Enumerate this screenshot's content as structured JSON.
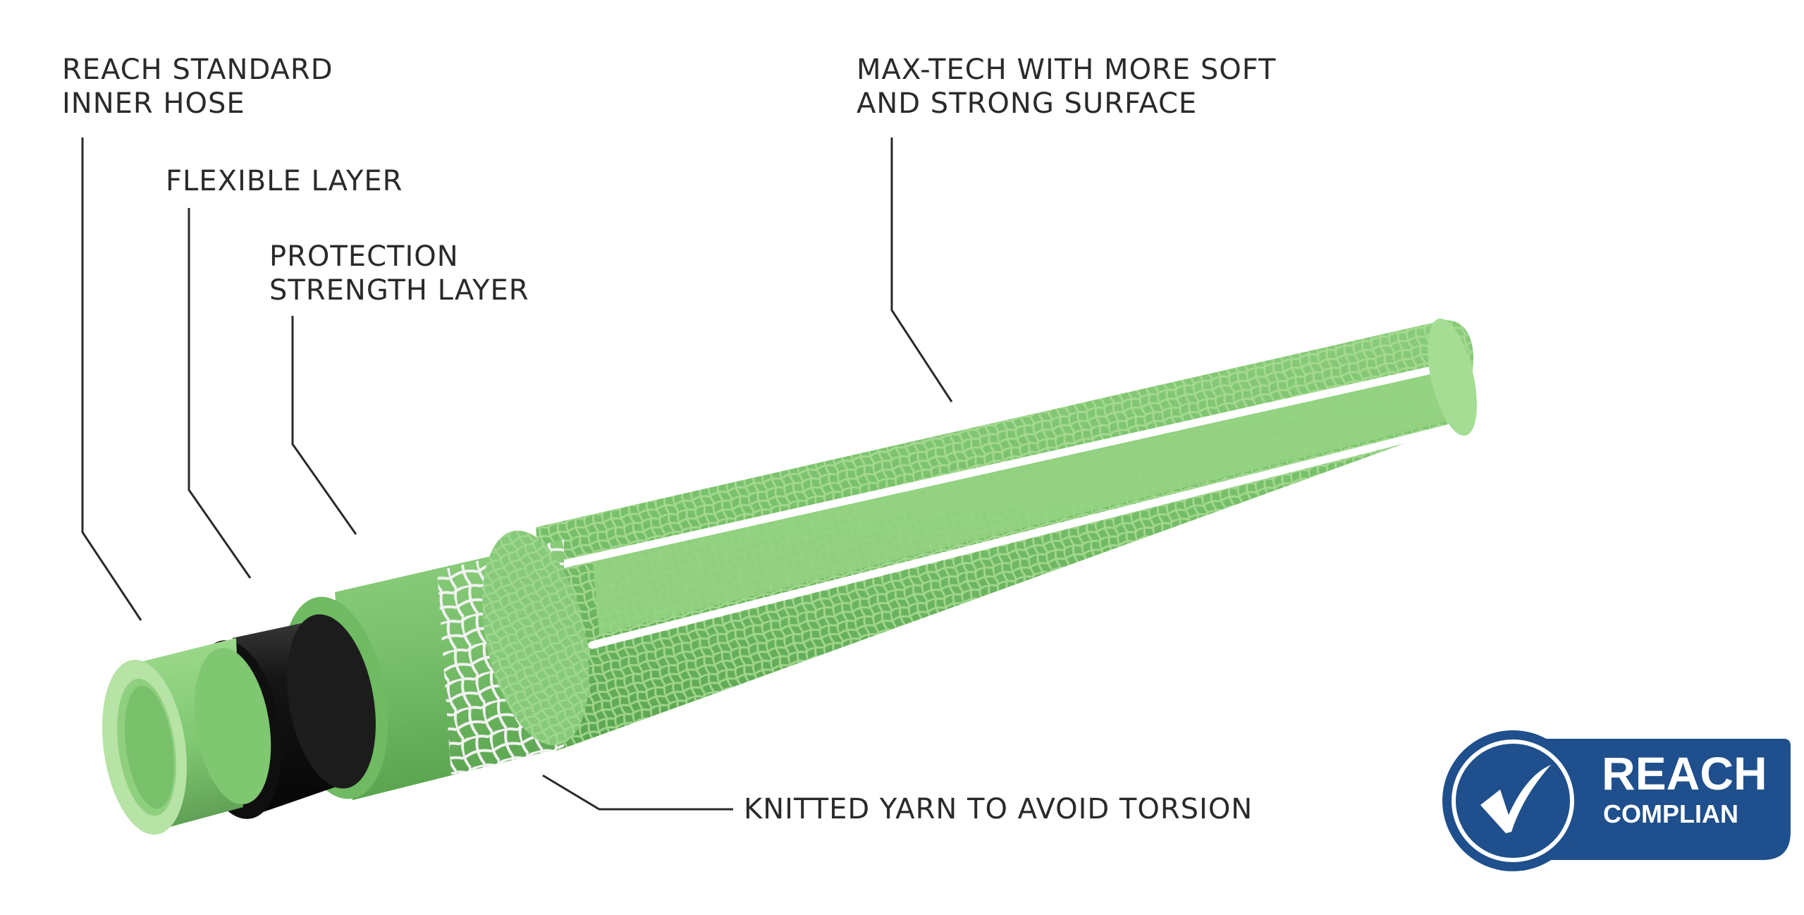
{
  "labels": {
    "inner_hose": [
      "REACH STANDARD",
      "INNER HOSE"
    ],
    "flexible_layer": "FLEXIBLE LAYER",
    "protection_layer": [
      "PROTECTION",
      "STRENGTH LAYER"
    ],
    "surface": [
      "MAX-TECH WITH MORE SOFT",
      "AND STRONG SURFACE"
    ],
    "knitted_yarn": "KNITTED YARN TO AVOID TORSION"
  },
  "badge": {
    "title": "REACH",
    "subtitle": "COMPLIAN",
    "icon": "checkmark-icon"
  },
  "colors": {
    "hose_green": "#86c97a",
    "hose_dark_green": "#6ab35e",
    "hose_light_green": "#b9e3a8",
    "flexible_black": "#1b1b1b",
    "mesh_white": "#eeeeee",
    "badge_blue": "#1f4f8c",
    "leader_line": "#2a2a2a"
  }
}
